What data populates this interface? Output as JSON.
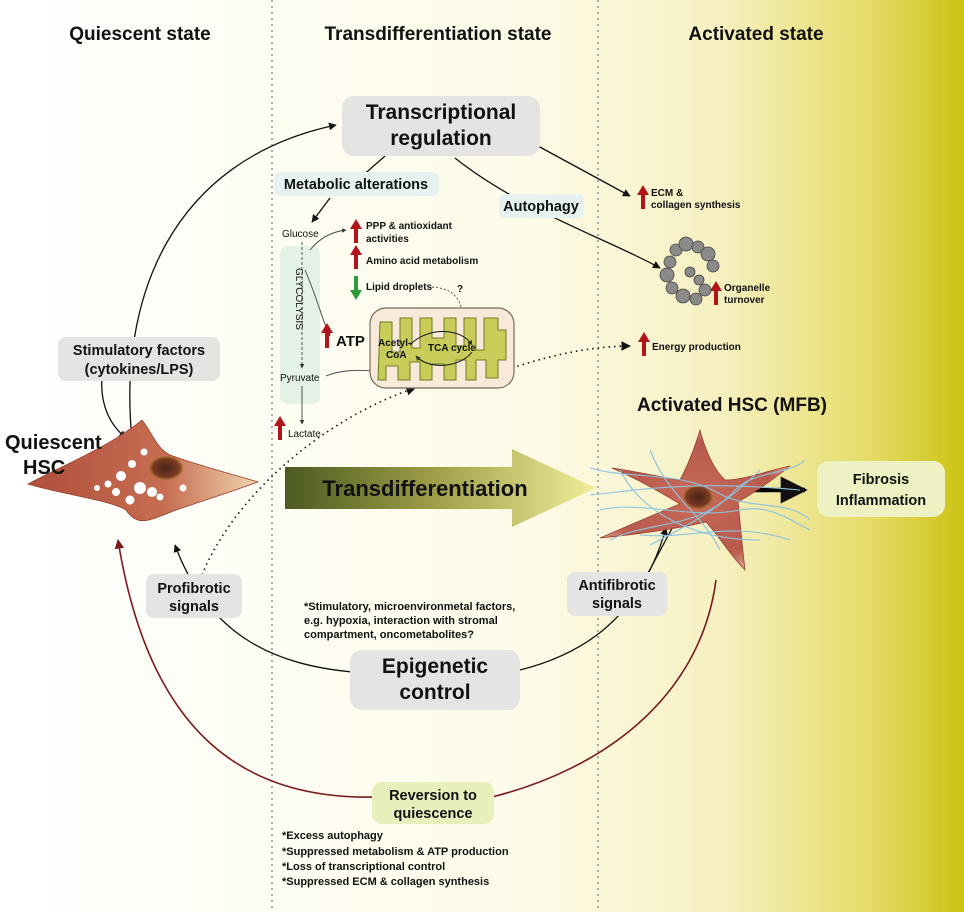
{
  "headers": {
    "quiescent_state": "Quiescent state",
    "transdifferentiation_state": "Transdifferentiation state",
    "activated_state": "Activated state"
  },
  "boxes": {
    "transcriptional_regulation": [
      "Transcriptional",
      "regulation"
    ],
    "metabolic_alterations": "Metabolic alterations",
    "autophagy": "Autophagy",
    "stimulatory_factors": [
      "Stimulatory factors",
      "(cytokines/LPS)"
    ],
    "profibrotic_signals": [
      "Profibrotic",
      "signals"
    ],
    "antifibrotic_signals": [
      "Antifibrotic",
      "signals"
    ],
    "epigenetic_control": [
      "Epigenetic",
      "control"
    ],
    "reversion_to_quiescence": [
      "Reversion to",
      "quiescence"
    ],
    "fibrosis_inflammation": [
      "Fibrosis",
      "Inflammation"
    ]
  },
  "cells": {
    "quiescent_hsc": [
      "Quiescent",
      "HSC"
    ],
    "activated_hsc": "Activated HSC (MFB)"
  },
  "transdifferentiation_arrow": "Transdifferentiation",
  "metabolism": {
    "glucose": "Glucose",
    "glycolysis": "GLYCOLYSIS",
    "pyruvate": "Pyruvate",
    "lactate": "Lactate",
    "atp": "ATP",
    "ppp": [
      "PPP & antioxidant",
      "activities"
    ],
    "amino_acid": "Amino acid metabolism",
    "lipid_droplets": "Lipid droplets",
    "question_mark": "?",
    "acetyl_coa": [
      "Acetyl-",
      "CoA"
    ],
    "tca_cycle": "TCA cycle"
  },
  "outcomes": {
    "ecm": [
      "ECM &",
      "collagen synthesis"
    ],
    "organelle": [
      "Organelle",
      "turnover"
    ],
    "energy": "Energy production"
  },
  "epigenetic_note": [
    "*Stimulatory, microenvironmetal factors,",
    "e.g. hypoxia, interaction with stromal",
    "compartment, oncometabolites?"
  ],
  "reversion_notes": [
    "*Excess autophagy",
    "*Suppressed metabolism & ATP production",
    "*Loss of transcriptional control",
    "*Suppressed ECM & collagen synthesis"
  ],
  "colors": {
    "up_arrow": "#b3141c",
    "down_arrow": "#2e9b3a",
    "activated_gradient_end": "#cdc213",
    "reversion_line": "#7a1a1f"
  }
}
